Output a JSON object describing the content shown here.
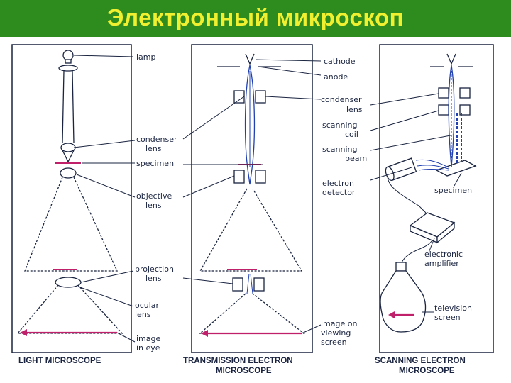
{
  "title": "Электронный микроскоп",
  "colors": {
    "title_bg": "#2e8b1e",
    "title_text": "#f0f030",
    "beam_blue": "#2040b0",
    "image_magenta": "#c0206a",
    "outline": "#1a2440"
  },
  "panels": {
    "light": {
      "caption": "LIGHT MICROSCOPE",
      "labels": {
        "lamp": "lamp",
        "condenser_1": "condenser",
        "condenser_2": "lens",
        "specimen": "specimen",
        "objective_1": "objective",
        "objective_2": "lens",
        "projection_1": "projection",
        "projection_2": "lens",
        "ocular_1": "ocular",
        "ocular_2": "lens",
        "image_1": "image",
        "image_2": "in eye"
      }
    },
    "tem": {
      "caption_1": "TRANSMISSION ELECTRON",
      "caption_2": "MICROSCOPE",
      "labels": {
        "cathode": "cathode",
        "anode": "anode",
        "image_1": "image on",
        "image_2": "viewing",
        "image_3": "screen"
      }
    },
    "sem": {
      "caption_1": "SCANNING ELECTRON",
      "caption_2": "MICROSCOPE",
      "labels": {
        "condenser_1": "condenser",
        "condenser_2": "lens",
        "coil_1": "scanning",
        "coil_2": "coil",
        "beam_1": "scanning",
        "beam_2": "beam",
        "specimen": "specimen",
        "detector_1": "electron",
        "detector_2": "detector",
        "amplifier_1": "electronic",
        "amplifier_2": "amplifier",
        "tv_1": "television",
        "tv_2": "screen"
      }
    }
  }
}
